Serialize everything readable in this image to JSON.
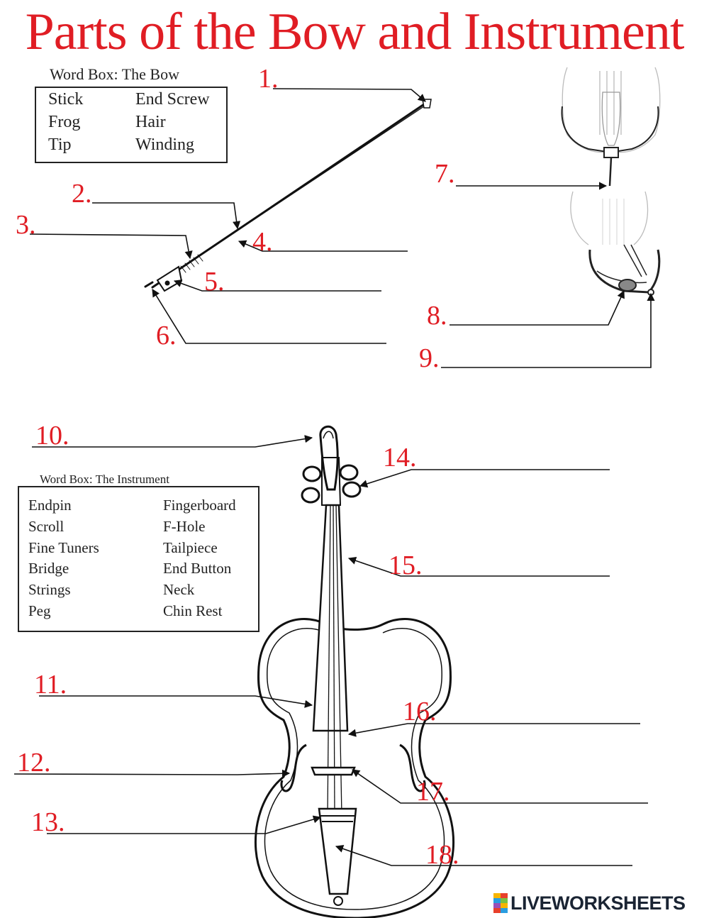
{
  "title": "Parts of the Bow and Instrument",
  "bow_wordbox": {
    "title": "Word Box: The Bow",
    "words": [
      "Stick",
      "End Screw",
      "Frog",
      "Hair",
      "Tip",
      "Winding"
    ]
  },
  "instrument_wordbox": {
    "title": "Word Box: The Instrument",
    "words": [
      "Endpin",
      "Fingerboard",
      "Scroll",
      "F-Hole",
      "Fine Tuners",
      "Tailpiece",
      "Bridge",
      "End Button",
      "Strings",
      "Neck",
      "Peg",
      "Chin Rest"
    ]
  },
  "labels": [
    "1.",
    "2.",
    "3.",
    "4.",
    "5.",
    "6.",
    "7.",
    "8.",
    "9.",
    "10.",
    "11.",
    "12.",
    "13.",
    "14.",
    "15.",
    "16.",
    "17.",
    "18."
  ],
  "footer": {
    "logo_text": "LIVEWORKSHEETS"
  },
  "colors": {
    "accent": "#e01d24",
    "ink": "#222222"
  }
}
